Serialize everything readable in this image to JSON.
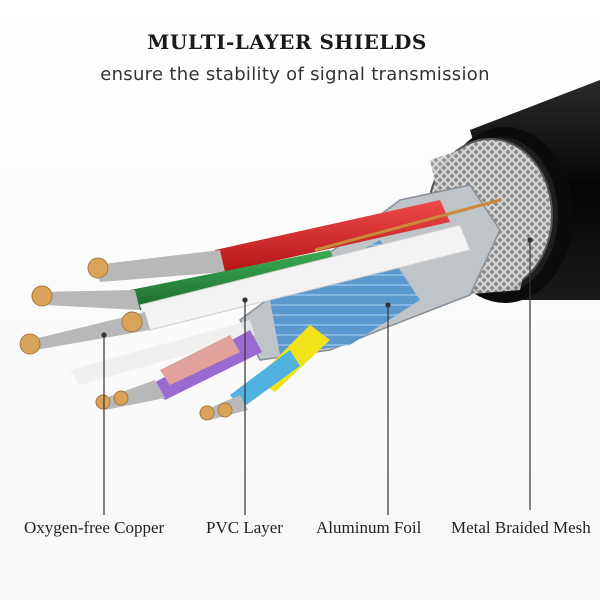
{
  "header": {
    "title": "MULTI-LAYER SHIELDS",
    "subtitle": "ensure the stability of signal transmission"
  },
  "labels": {
    "copper": "Oxygen-free Copper",
    "pvc": "PVC Layer",
    "foil": "Aluminum Foil",
    "mesh": "Metal Braided Mesh"
  },
  "colors": {
    "red_wire": "#d42a2a",
    "green_wire": "#2a8a3e",
    "white_wire": "#f2f2f2",
    "blue_foil": "#5a9fd6",
    "purple_wire": "#9a6ad0",
    "pink_wire": "#e0a29a",
    "yellow_wire": "#f2e21a",
    "cyan_wire": "#4fb2e0",
    "jacket": "#111111",
    "copper": "#d9a35a"
  }
}
